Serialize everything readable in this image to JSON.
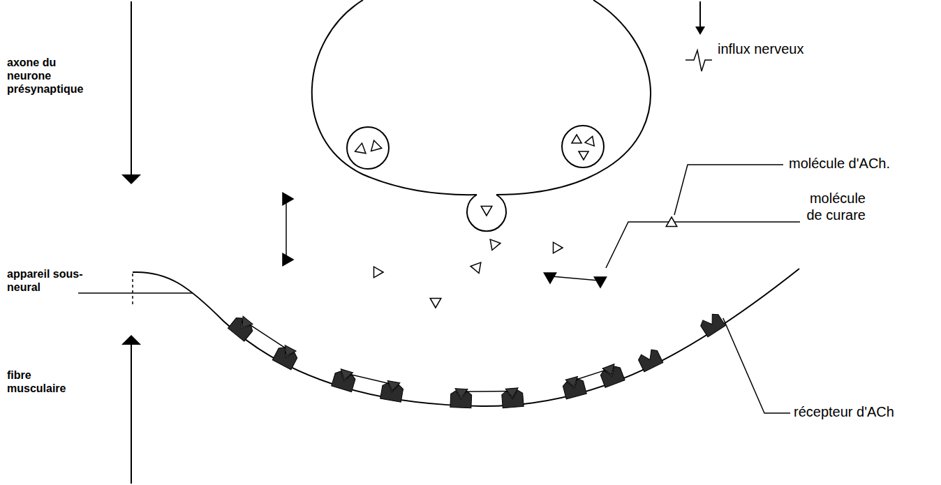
{
  "diagram": {
    "labels": [
      "axone du neurone présynaptique",
      "influx nerveux",
      "molécule d'ACh.",
      "molécule de curare",
      "appareil sous-neural",
      "fibre musculaire",
      "récepteur d'ACh"
    ]
  }
}
